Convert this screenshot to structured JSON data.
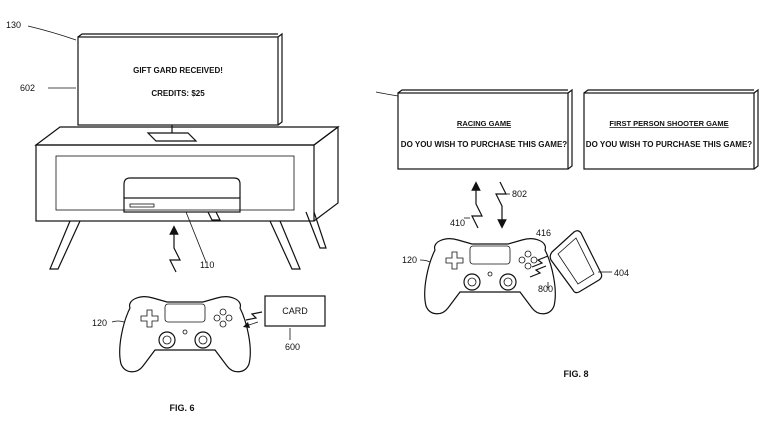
{
  "fig6": {
    "caption": "FIG. 6",
    "tv_line1": "GIFT GARD RECEIVED!",
    "tv_line2": "CREDITS: $25",
    "card_text": "CARD",
    "ref_130": "130",
    "ref_602": "602",
    "ref_110": "110",
    "ref_120": "120",
    "ref_600": "600"
  },
  "fig8": {
    "caption": "FIG. 8",
    "screen1_title": "RACING GAME",
    "screen1_question": "DO YOU WISH TO PURCHASE THIS GAME?",
    "screen2_title": "FIRST PERSON SHOOTER GAME",
    "screen2_question": "DO YOU WISH TO PURCHASE THIS GAME?",
    "ref_410": "410",
    "ref_802": "802",
    "ref_416": "416",
    "ref_120": "120",
    "ref_800": "800",
    "ref_404": "404"
  }
}
